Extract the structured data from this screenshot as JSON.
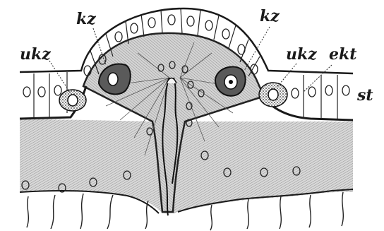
{
  "figure": {
    "labels": {
      "kz_left": "kz",
      "kz_right": "kz",
      "ukz_left": "ukz",
      "ukz_right": "ukz",
      "ekt": "ekt",
      "st": "st"
    }
  }
}
